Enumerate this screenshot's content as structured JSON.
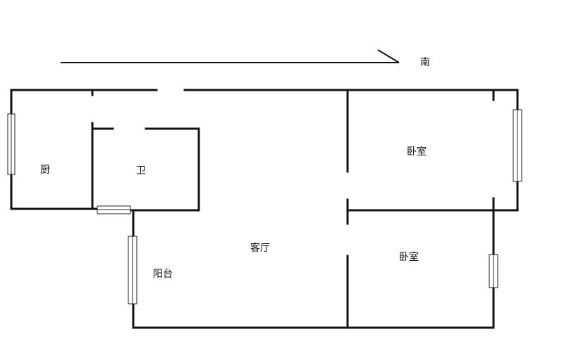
{
  "compass": {
    "label": "南"
  },
  "rooms": {
    "kitchen": "厨",
    "bathroom": "卫",
    "bedroom_1": "卧室",
    "living_room": "客厅",
    "bedroom_2": "卧室",
    "balcony": "阳台"
  },
  "colors": {
    "wall": "#111111",
    "window": "#ffffff",
    "background": "#ffffff"
  }
}
